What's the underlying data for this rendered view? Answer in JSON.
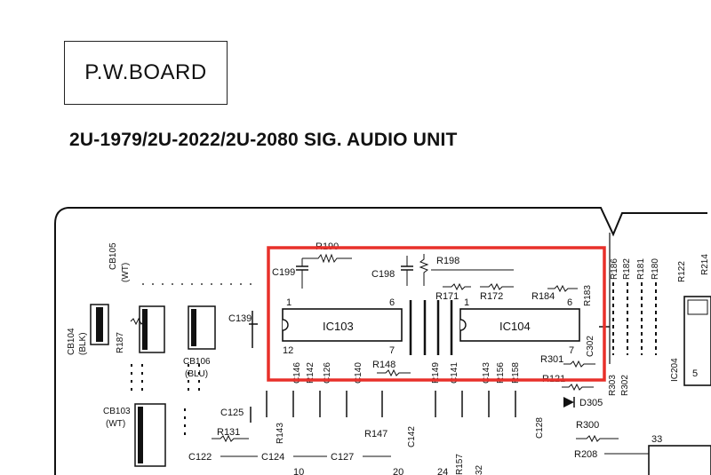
{
  "header": {
    "board_label": "P.W.BOARD",
    "unit_title": "2U-1979/2U-2022/2U-2080 SIG. AUDIO UNIT"
  },
  "connectors": {
    "cb105": "CB105",
    "cb105_color": "(WT)",
    "cb104": "CB104",
    "cb104_color": "(BLK)",
    "cb106": "CB106",
    "cb106_color": "(BLU)",
    "cb103": "CB103",
    "cb103_color": "(WT)"
  },
  "ics": {
    "ic103": "IC103",
    "ic104": "IC104",
    "ic204": "IC204",
    "pin1": "1",
    "pin6": "6",
    "pin7": "7",
    "pin12": "12",
    "pin5": "5",
    "pin33": "33"
  },
  "components": {
    "r190": "R190",
    "c199": "C199",
    "c198": "C198",
    "r198": "R198",
    "r171": "R171",
    "r172": "R172",
    "r184": "R184",
    "r183": "R183",
    "r186": "R186",
    "r182": "R182",
    "r181": "R181",
    "r180": "R180",
    "r122": "R122",
    "r214": "R214",
    "c139": "C139",
    "r187": "R187",
    "c146": "C146",
    "r142": "R142",
    "c126": "C126",
    "c140": "C140",
    "r148": "R148",
    "r149": "R149",
    "c141": "C141",
    "c143": "C143",
    "r156": "R156",
    "r158": "R158",
    "r301": "R301",
    "c302": "C302",
    "r303": "R303",
    "r302": "R302",
    "r121": "R121",
    "d305": "D305",
    "r300": "R300",
    "r208": "R208",
    "c125": "C125",
    "r131": "R131",
    "r143": "R143",
    "r147": "R147",
    "c142": "C142",
    "c128": "C128",
    "c122": "C122",
    "c124": "C124",
    "c127": "C127",
    "r157": "R157",
    "n10": "10",
    "n20": "20",
    "n24": "24",
    "n32": "32"
  },
  "highlight": {
    "color": "#e8302a"
  }
}
